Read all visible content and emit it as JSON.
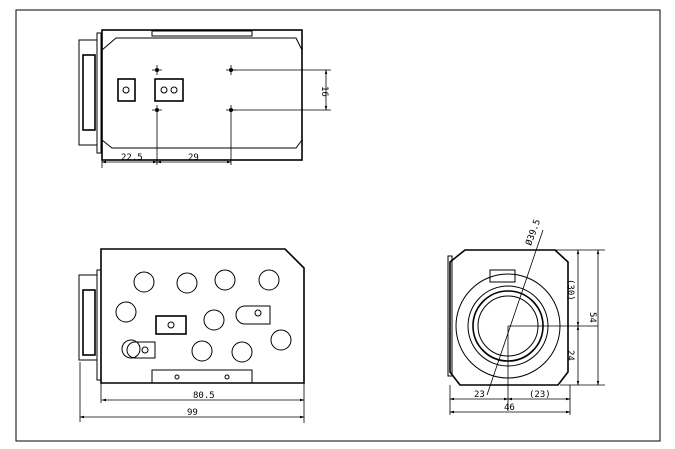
{
  "top_view": {
    "dim_a": "22.5",
    "dim_b": "29",
    "dim_c": "16"
  },
  "side_view": {
    "dim_body": "80.5",
    "dim_total": "99"
  },
  "front_view": {
    "dim_diameter": "Ø39.5",
    "dim_upper": "(30)",
    "dim_height": "54",
    "dim_lower": "24",
    "dim_left": "23",
    "dim_right": "(23)",
    "dim_width": "46"
  }
}
